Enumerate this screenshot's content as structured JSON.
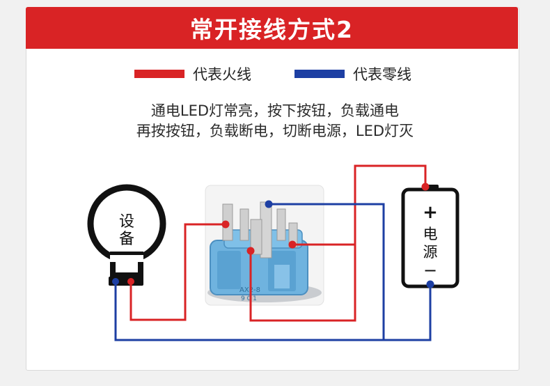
{
  "header": {
    "title": "常开接线方式2"
  },
  "legend": [
    {
      "label": "代表火线",
      "color": "#d92325"
    },
    {
      "label": "代表零线",
      "color": "#1d3fa3"
    }
  ],
  "description": {
    "line1": "通电LED灯常亮，按下按钮，负载通电",
    "line2": "再按按钮，负载断电，切断电源，LED灯灭"
  },
  "diagram": {
    "device": {
      "label_top": "设",
      "label_bottom": "备"
    },
    "power": {
      "plus": "+",
      "label_top": "电",
      "label_bottom": "源",
      "minus": "−"
    },
    "switch": {
      "part_marking": "AX2-8",
      "part_marking_2": "9 0 1"
    },
    "colors": {
      "live": "#d92325",
      "neutral": "#1d3fa3",
      "switch_body": "#6fb3df"
    }
  }
}
